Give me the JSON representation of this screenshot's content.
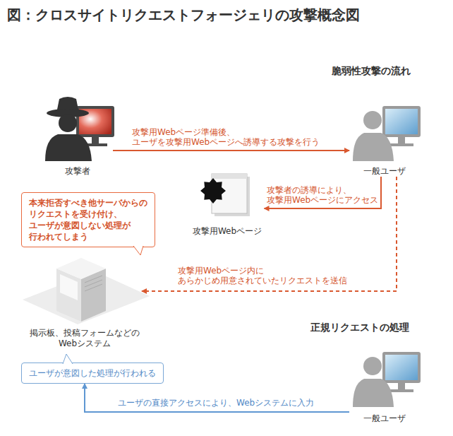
{
  "diagram": {
    "title": "図：クロスサイトリクエストフォージェリの攻撃概念図",
    "nodes": [
      {
        "text": [
          "攻撃者"
        ]
      },
      {
        "text": [
          "一般ユーザ"
        ]
      },
      {
        "text": [
          "攻撃用Webページ"
        ]
      },
      {
        "text": [
          "本来拒否すべき他サーバからの リクエストを受け付け、 ユーザが意図しない処理が 行われてしまう"
        ]
      },
      {
        "text": [
          "掲示板、投稿フォームなどの Webシステム"
        ]
      },
      {
        "text": [
          "ユーザが意図した処理が行われる"
        ]
      },
      {
        "text": [
          "一般ユーザ"
        ]
      }
    ],
    "edges": [
      {
        "from": 0,
        "to": 1,
        "label": "攻撃用Webページ準備後、 ユーザを攻撃用Webページへ誘導する攻撃を行う",
        "arrow": "to"
      },
      {
        "from": 1,
        "to": 2,
        "label": "攻撃者の誘導により、 攻撃用Webページにアクセス",
        "arrow": "to"
      },
      {
        "from": 1,
        "to": 4,
        "label": "攻撃用Webページ内に あらかじめ用意されていたリクエストを送信",
        "arrow": "to"
      },
      {
        "from": 6,
        "to": 5,
        "label": "ユーザの直接アクセスにより、Webシステムに入力",
        "arrow": "to"
      }
    ],
    "labels": [
      "脆弱性攻撃の流れ",
      "正規リクエストの処理"
    ]
  }
}
